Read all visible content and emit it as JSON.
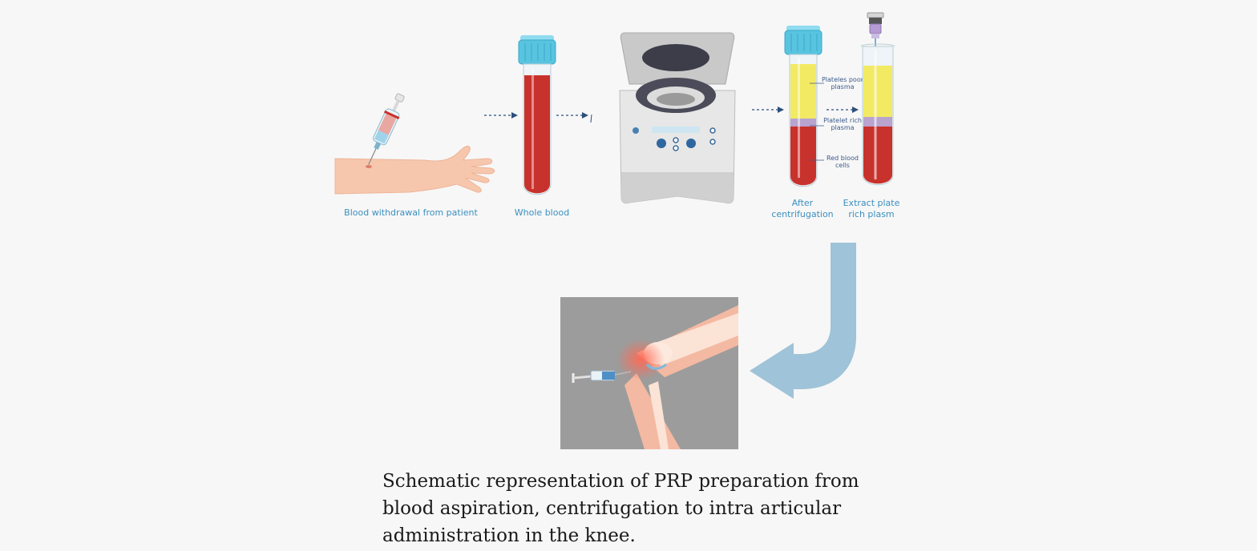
{
  "labels": {
    "step1": "Blood withdrawal from patient",
    "step2": "Whole blood",
    "step3": "After\ncentrifugation",
    "step4": "Extract plate\nrich plasm"
  },
  "tube_layers": {
    "top": "Plateles poor\nplasma",
    "middle": "Platelet rich\nplasma",
    "bottom": "Red blood\ncells"
  },
  "caption": "Schematic representation of PRP preparation from blood aspiration, centrifugation to intra articular administration in the knee.",
  "colors": {
    "label_blue": "#3a8fbf",
    "blood_red": "#c8322c",
    "plasma_yellow": "#f2ea63",
    "cap_cyan": "#58c4e0",
    "arrow_blue": "#9fc3d8"
  }
}
